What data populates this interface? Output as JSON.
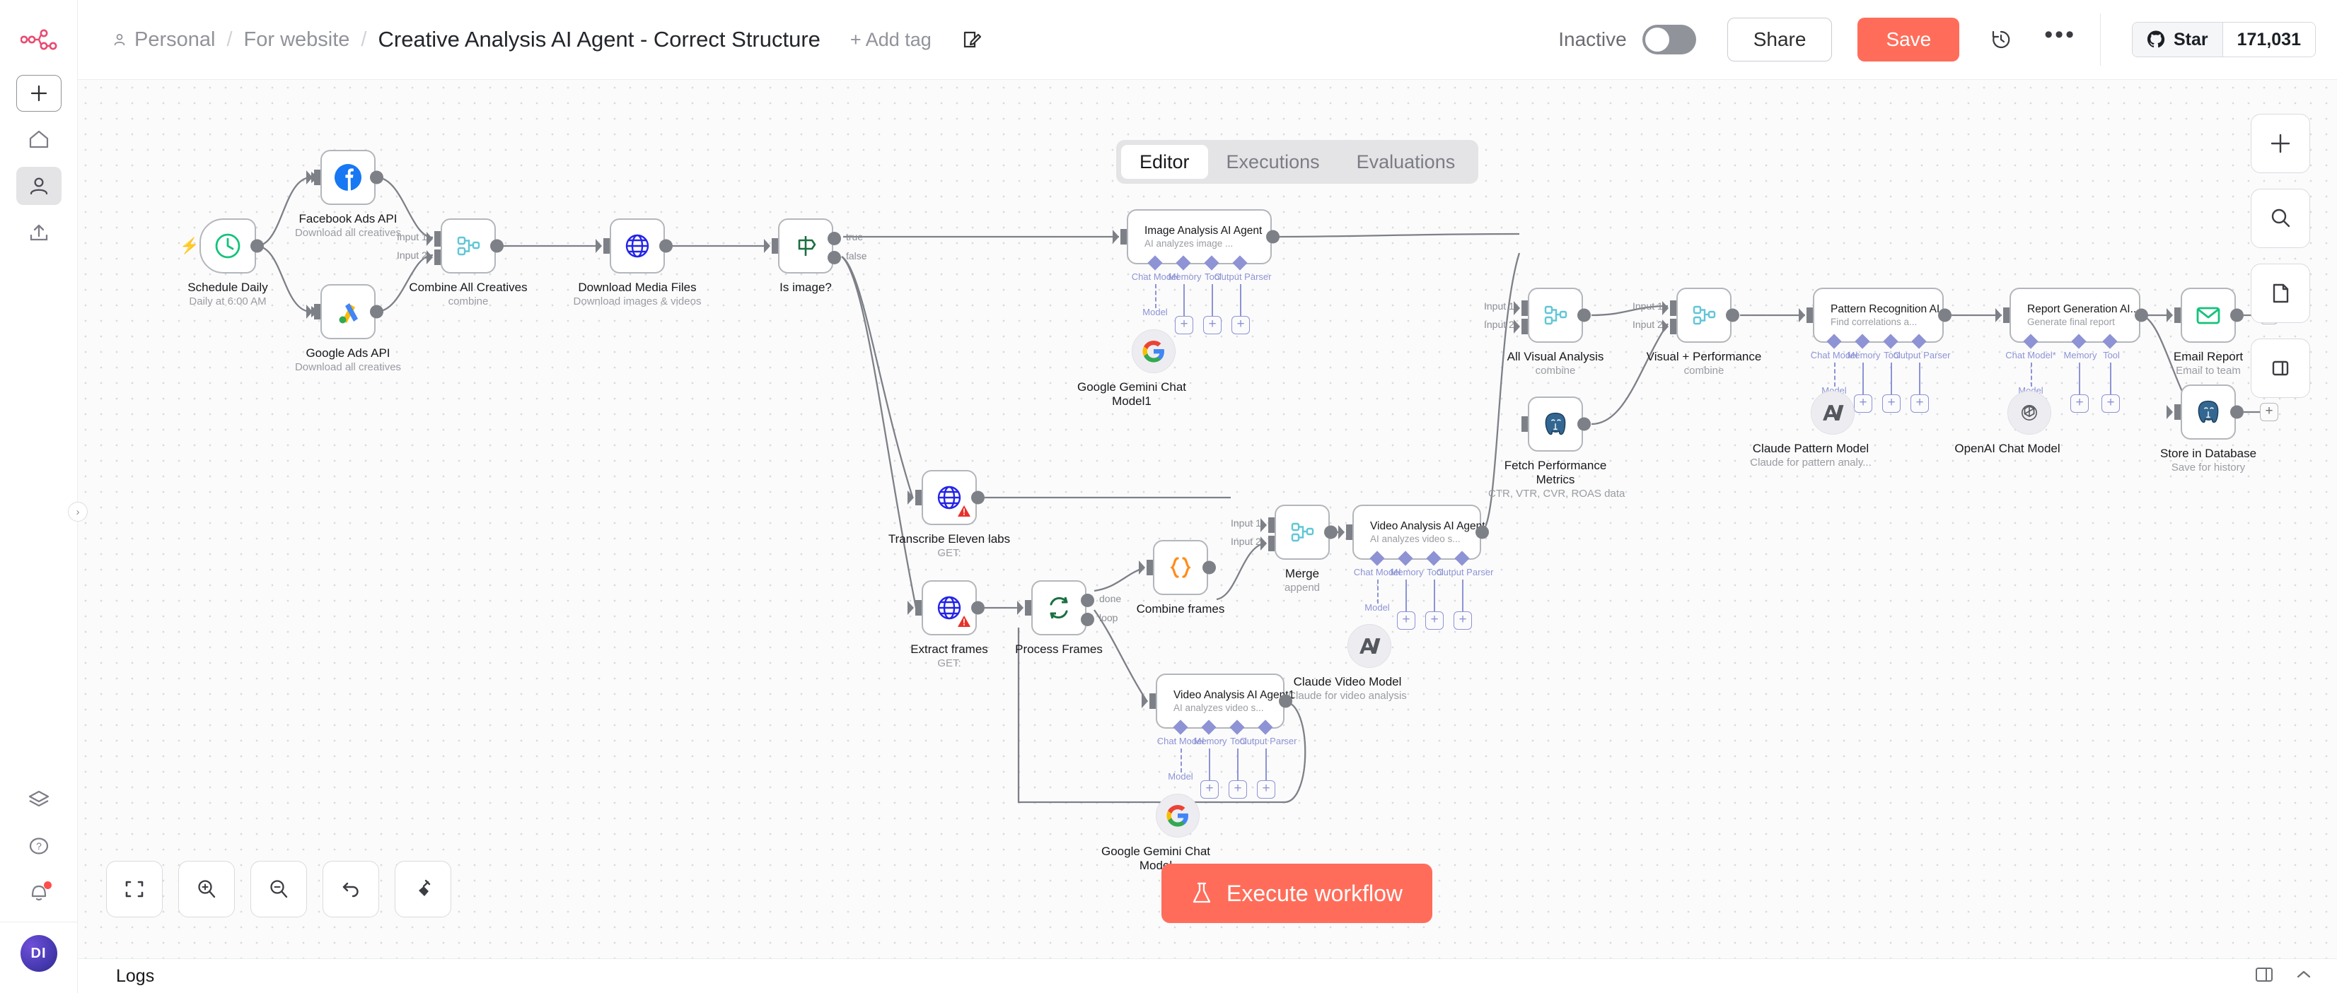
{
  "app": {
    "logo_icon": "n8n-logo-icon"
  },
  "rail": {
    "add_label": "+",
    "items": [
      {
        "name": "home-icon",
        "label": "Home"
      },
      {
        "name": "personal-icon",
        "label": "Personal",
        "active": true
      },
      {
        "name": "shared-upload-icon",
        "label": "Shared with you"
      }
    ],
    "bottom": [
      {
        "name": "templates-box-icon",
        "label": "Templates"
      },
      {
        "name": "help-question-icon",
        "label": "Help"
      },
      {
        "name": "notifications-bell-icon",
        "label": "Notifications",
        "badge": true
      }
    ],
    "avatar_initials": "DI"
  },
  "header": {
    "breadcrumb_owner": "Personal",
    "breadcrumb_project": "For website",
    "workflow_title": "Creative Analysis AI Agent - Correct Structure",
    "add_tag_label": "+ Add tag",
    "note_icon": "sticky-note-edit-icon",
    "activation_label": "Inactive",
    "activation_on": false,
    "share_label": "Share",
    "save_label": "Save",
    "history_icon": "version-history-icon",
    "more_icon": "more-options-icon",
    "github": {
      "star_label": "Star",
      "star_count": "171,031",
      "icon": "github-icon"
    },
    "accent_color": "#ff6d5a"
  },
  "tabs": [
    {
      "label": "Editor",
      "active": true
    },
    {
      "label": "Executions",
      "active": false
    },
    {
      "label": "Evaluations",
      "active": false
    }
  ],
  "canvas_tools": {
    "right": [
      {
        "name": "add-node-icon",
        "glyph": "+"
      },
      {
        "name": "search-nodes-icon",
        "glyph": "search"
      },
      {
        "name": "add-sticky-note-icon",
        "glyph": "page"
      },
      {
        "name": "toggle-panel-icon",
        "glyph": "panel"
      }
    ],
    "bottom": [
      {
        "name": "zoom-to-fit-icon",
        "glyph": "fit"
      },
      {
        "name": "zoom-in-icon",
        "glyph": "zoom-in"
      },
      {
        "name": "zoom-out-icon",
        "glyph": "zoom-out"
      },
      {
        "name": "reset-zoom-icon",
        "glyph": "undo"
      },
      {
        "name": "tidy-up-icon",
        "glyph": "tidy"
      }
    ],
    "execute_label": "Execute workflow",
    "execute_icon": "flask-icon"
  },
  "logs": {
    "title": "Logs",
    "icons": [
      {
        "name": "logs-layout-icon"
      },
      {
        "name": "chevron-up-icon"
      }
    ]
  },
  "nodes": [
    {
      "id": "schedule",
      "title": "Schedule Daily",
      "subtitle": "Daily at 6:00 AM",
      "icon": "clock-icon"
    },
    {
      "id": "fb",
      "title": "Facebook Ads API",
      "subtitle": "Download all creatives",
      "icon": "facebook-icon"
    },
    {
      "id": "gads",
      "title": "Google Ads API",
      "subtitle": "Download all creatives",
      "icon": "google-ads-icon"
    },
    {
      "id": "combine_creatives",
      "title": "Combine All Creatives",
      "subtitle": "combine",
      "icon": "merge-icon"
    },
    {
      "id": "download_media",
      "title": "Download Media Files",
      "subtitle": "Download images & videos",
      "icon": "http-globe-icon"
    },
    {
      "id": "is_image",
      "title": "Is image?",
      "subtitle": "",
      "icon": "if-signpost-icon"
    },
    {
      "id": "image_agent",
      "title": "Image Analysis AI Agent",
      "subtitle": "AI analyzes image ...",
      "icon": "ai-agent-robot-icon"
    },
    {
      "id": "gemini1",
      "title": "Google Gemini Chat Model1",
      "subtitle": "",
      "icon": "google-gemini-icon"
    },
    {
      "id": "transcribe",
      "title": "Transcribe Eleven labs",
      "subtitle": "GET:",
      "icon": "http-globe-icon",
      "warning": true
    },
    {
      "id": "extract_frames",
      "title": "Extract frames",
      "subtitle": "GET:",
      "icon": "http-globe-icon",
      "warning": true
    },
    {
      "id": "process_frames",
      "title": "Process Frames",
      "subtitle": "",
      "icon": "loop-batch-icon"
    },
    {
      "id": "combine_frames",
      "title": "Combine frames",
      "subtitle": "",
      "icon": "code-braces-icon"
    },
    {
      "id": "merge",
      "title": "Merge",
      "subtitle": "append",
      "icon": "merge-icon"
    },
    {
      "id": "video_agent",
      "title": "Video Analysis AI Agent",
      "subtitle": "AI analyzes video s...",
      "icon": "ai-agent-robot-icon"
    },
    {
      "id": "claude_video",
      "title": "Claude Video Model",
      "subtitle": "Claude for video analysis",
      "icon": "anthropic-icon"
    },
    {
      "id": "video_agent1",
      "title": "Video Analysis AI Agent1",
      "subtitle": "AI analyzes video s...",
      "icon": "ai-agent-robot-icon"
    },
    {
      "id": "gemini2",
      "title": "Google Gemini Chat Model",
      "subtitle": "",
      "icon": "google-gemini-icon"
    },
    {
      "id": "all_visual",
      "title": "All Visual Analysis",
      "subtitle": "combine",
      "icon": "merge-icon"
    },
    {
      "id": "fetch_perf",
      "title": "Fetch Performance Metrics",
      "subtitle": "CTR, VTR, CVR, ROAS data",
      "icon": "postgres-icon"
    },
    {
      "id": "visual_perf",
      "title": "Visual + Performance",
      "subtitle": "combine",
      "icon": "merge-icon"
    },
    {
      "id": "pattern_agent",
      "title": "Pattern Recognition AI...",
      "subtitle": "Find correlations a...",
      "icon": "ai-agent-robot-icon"
    },
    {
      "id": "claude_pattern",
      "title": "Claude Pattern Model",
      "subtitle": "Claude for pattern analy...",
      "icon": "anthropic-icon"
    },
    {
      "id": "report_agent",
      "title": "Report Generation AI...",
      "subtitle": "Generate final report",
      "icon": "ai-agent-robot-icon"
    },
    {
      "id": "openai_model",
      "title": "OpenAI Chat Model",
      "subtitle": "",
      "icon": "openai-icon"
    },
    {
      "id": "email_report",
      "title": "Email Report",
      "subtitle": "Email to team",
      "icon": "email-icon"
    },
    {
      "id": "store_db",
      "title": "Store in Database",
      "subtitle": "Save for history",
      "icon": "postgres-icon"
    }
  ],
  "port_labels": {
    "input1": "Input 1",
    "input2": "Input 2",
    "true": "true",
    "false": "false",
    "done": "done",
    "loop": "loop"
  },
  "ai_sub_labels": {
    "chat_model": "Chat Model",
    "chat_model_required": "Chat Model*",
    "memory": "Memory",
    "tool": "Tool",
    "output_parser": "Output Parser",
    "model": "Model"
  }
}
